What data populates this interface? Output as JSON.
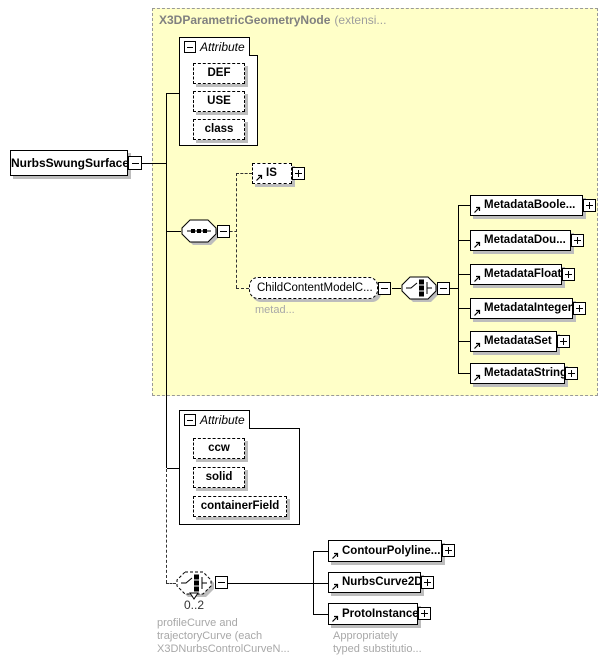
{
  "root_element": {
    "label": "NurbsSwungSurface"
  },
  "base_type": {
    "name": "X3DParametricGeometryNode",
    "suffix": "(extensi..."
  },
  "attr_group_top": {
    "title": "Attribute",
    "items": [
      "DEF",
      "USE",
      "class"
    ]
  },
  "is_element": {
    "label": "IS"
  },
  "child_content_group": {
    "label": "ChildContentModelC...",
    "annotation": "metad..."
  },
  "metadata": {
    "items": [
      "MetadataBoole...",
      "MetadataDou...",
      "MetadataFloat",
      "MetadataInteger",
      "MetadataSet",
      "MetadataString"
    ]
  },
  "attr_group_bottom": {
    "title": "Attribute",
    "items": [
      "ccw",
      "solid",
      "containerField"
    ]
  },
  "curve_choice": {
    "occurrence": "0..2",
    "annotation_lines": [
      "profileCurve and",
      "trajectoryCurve (each",
      "X3DNurbsControlCurveN..."
    ]
  },
  "curve_elements": {
    "items": [
      "ContourPolyline...",
      "NurbsCurve2D",
      "ProtoInstance"
    ],
    "annotation_lines": [
      "Appropriately",
      "typed substitutio..."
    ]
  },
  "colors": {
    "container_bg": "#ffffc8",
    "container_border": "#999999",
    "box_shadow": "#bdbdbd",
    "annotation_text": "#a8a8a8",
    "header_text": "#808080"
  }
}
